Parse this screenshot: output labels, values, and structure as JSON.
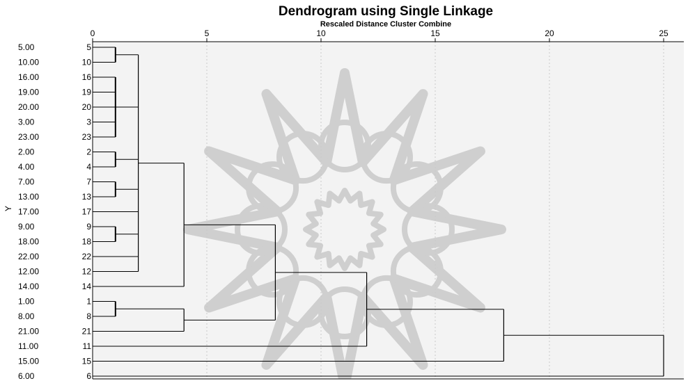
{
  "chart_data": {
    "type": "dendrogram",
    "title": "Dendrogram using Single Linkage",
    "subtitle": "Rescaled Distance Cluster Combine",
    "ylabel": "Y",
    "x_ticks": [
      "0",
      "5",
      "10",
      "15",
      "20",
      "25"
    ],
    "xlim": [
      0,
      25
    ],
    "grid": true,
    "leaves": [
      {
        "value": "5.00",
        "case": "5"
      },
      {
        "value": "10.00",
        "case": "10"
      },
      {
        "value": "16.00",
        "case": "16"
      },
      {
        "value": "19.00",
        "case": "19"
      },
      {
        "value": "20.00",
        "case": "20"
      },
      {
        "value": "3.00",
        "case": "3"
      },
      {
        "value": "23.00",
        "case": "23"
      },
      {
        "value": "2.00",
        "case": "2"
      },
      {
        "value": "4.00",
        "case": "4"
      },
      {
        "value": "7.00",
        "case": "7"
      },
      {
        "value": "13.00",
        "case": "13"
      },
      {
        "value": "17.00",
        "case": "17"
      },
      {
        "value": "9.00",
        "case": "9"
      },
      {
        "value": "18.00",
        "case": "18"
      },
      {
        "value": "22.00",
        "case": "22"
      },
      {
        "value": "12.00",
        "case": "12"
      },
      {
        "value": "14.00",
        "case": "14"
      },
      {
        "value": "1.00",
        "case": "1"
      },
      {
        "value": "8.00",
        "case": "8"
      },
      {
        "value": "21.00",
        "case": "21"
      },
      {
        "value": "11.00",
        "case": "11"
      },
      {
        "value": "15.00",
        "case": "15"
      },
      {
        "value": "6.00",
        "case": "6"
      }
    ],
    "merges": [
      {
        "members": [
          0,
          1
        ],
        "distance": 1
      },
      {
        "members": [
          2,
          3,
          4,
          5,
          6
        ],
        "distance": 1
      },
      {
        "members": [
          7,
          8
        ],
        "distance": 1
      },
      {
        "members": [
          9,
          10
        ],
        "distance": 1
      },
      {
        "members": [
          12,
          13
        ],
        "distance": 1
      },
      {
        "members": [
          17,
          18
        ],
        "distance": 1
      },
      {
        "members": [
          0,
          1,
          2,
          3,
          4,
          5,
          6,
          7,
          8,
          9,
          10,
          11,
          12,
          13,
          14,
          15
        ],
        "distance": 2
      },
      {
        "members": [
          0,
          1,
          2,
          3,
          4,
          5,
          6,
          7,
          8,
          9,
          10,
          11,
          12,
          13,
          14,
          15,
          16
        ],
        "distance": 4
      },
      {
        "members": [
          17,
          18,
          19
        ],
        "distance": 4
      },
      {
        "members": [
          0,
          1,
          2,
          3,
          4,
          5,
          6,
          7,
          8,
          9,
          10,
          11,
          12,
          13,
          14,
          15,
          16,
          17,
          18,
          19
        ],
        "distance": 8
      },
      {
        "members": [
          0,
          1,
          2,
          3,
          4,
          5,
          6,
          7,
          8,
          9,
          10,
          11,
          12,
          13,
          14,
          15,
          16,
          17,
          18,
          19,
          20
        ],
        "distance": 12
      },
      {
        "members": [
          0,
          1,
          2,
          3,
          4,
          5,
          6,
          7,
          8,
          9,
          10,
          11,
          12,
          13,
          14,
          15,
          16,
          17,
          18,
          19,
          20,
          21
        ],
        "distance": 18
      },
      {
        "members": [
          0,
          1,
          2,
          3,
          4,
          5,
          6,
          7,
          8,
          9,
          10,
          11,
          12,
          13,
          14,
          15,
          16,
          17,
          18,
          19,
          20,
          21,
          22
        ],
        "distance": 25
      }
    ],
    "colors": {
      "plot_background": "#f3f3f3",
      "lines": "#000000",
      "grid": "#c8c8c8",
      "watermark": "#cfcfcf"
    }
  }
}
